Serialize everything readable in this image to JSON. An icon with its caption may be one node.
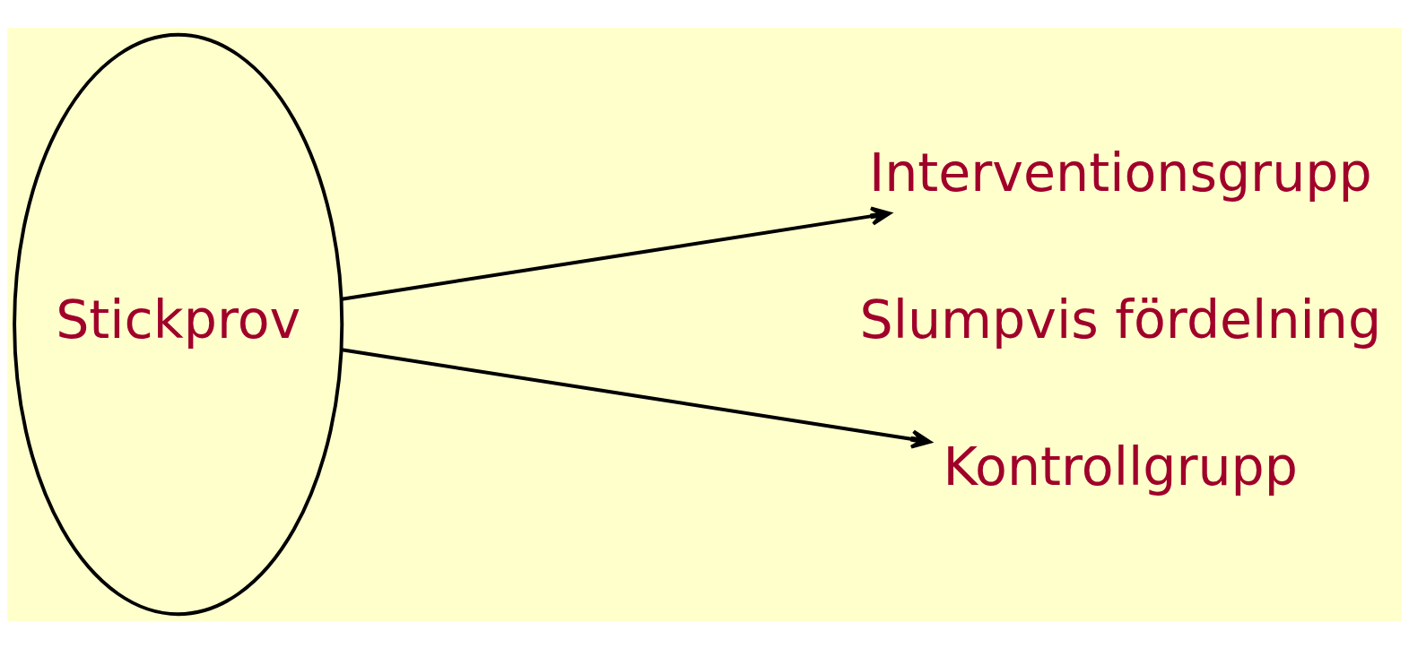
{
  "diagram": {
    "nodes": [
      {
        "text": [
          "Stickprov"
        ]
      },
      {
        "text": [
          "Interventionsgrupp"
        ]
      },
      {
        "text": [
          "Kontrollgrupp"
        ]
      }
    ],
    "edges": [
      {
        "from": 0,
        "to": 1,
        "arrow": "to"
      },
      {
        "from": 0,
        "to": 2,
        "arrow": "to"
      }
    ],
    "labels": [
      "Slumpvis fördelning"
    ]
  }
}
